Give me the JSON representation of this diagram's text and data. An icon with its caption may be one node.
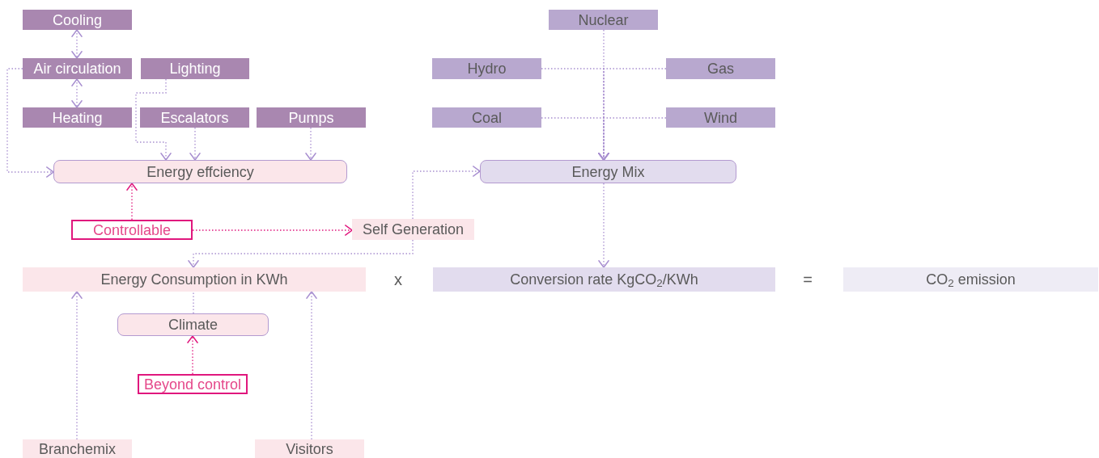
{
  "diagram": {
    "nodes": [
      {
        "text": [
          "Cooling"
        ]
      },
      {
        "text": [
          "Air circulation"
        ]
      },
      {
        "text": [
          "Lighting"
        ]
      },
      {
        "text": [
          "Heating"
        ]
      },
      {
        "text": [
          "Escalators"
        ]
      },
      {
        "text": [
          "Pumps"
        ]
      },
      {
        "text": [
          "Energy effciency"
        ]
      },
      {
        "text": [
          "Nuclear"
        ]
      },
      {
        "text": [
          "Hydro"
        ]
      },
      {
        "text": [
          "Gas"
        ]
      },
      {
        "text": [
          "Coal"
        ]
      },
      {
        "text": [
          "Wind"
        ]
      },
      {
        "text": [
          "Energy Mix"
        ]
      },
      {
        "text": [
          "Controllable"
        ]
      },
      {
        "text": [
          "Self Generation"
        ]
      },
      {
        "text": [
          "Energy Consumption in KWh"
        ]
      },
      {
        "text": [
          "Conversion rate KgCO$_{2}$/KWh"
        ]
      },
      {
        "text": [
          "CO$_{2}$ emission"
        ]
      },
      {
        "text": [
          "Climate"
        ]
      },
      {
        "text": [
          "Beyond control"
        ]
      },
      {
        "text": [
          "Branchemix"
        ]
      },
      {
        "text": [
          "Visitors"
        ]
      }
    ],
    "edges": [
      {
        "from": 0,
        "to": 1,
        "arrow": "both"
      },
      {
        "from": 1,
        "to": 3,
        "arrow": "both"
      },
      {
        "from": 1,
        "to": 6,
        "arrow": "to"
      },
      {
        "from": 2,
        "to": 6,
        "arrow": "to"
      },
      {
        "from": 4,
        "to": 6,
        "arrow": "to"
      },
      {
        "from": 5,
        "to": 6,
        "arrow": "to"
      },
      {
        "from": 7,
        "to": 12,
        "arrow": "to"
      },
      {
        "from": 8,
        "to": 12,
        "arrow": "to"
      },
      {
        "from": 9,
        "to": 12,
        "arrow": "to"
      },
      {
        "from": 10,
        "to": 12,
        "arrow": "to"
      },
      {
        "from": 11,
        "to": 12,
        "arrow": "to"
      },
      {
        "from": 13,
        "to": 6,
        "arrow": "to",
        "color": "#e0177d"
      },
      {
        "from": 13,
        "to": 14,
        "arrow": "to",
        "color": "#e0177d"
      },
      {
        "from": 14,
        "to": 12,
        "arrow": "to"
      },
      {
        "from": 14,
        "to": 15,
        "arrow": "to"
      },
      {
        "from": 12,
        "to": 16,
        "arrow": "to"
      },
      {
        "from": 18,
        "to": 15,
        "arrow": "none"
      },
      {
        "from": 19,
        "to": 18,
        "arrow": "to",
        "color": "#e0177d"
      },
      {
        "from": 20,
        "to": 15,
        "arrow": "to"
      },
      {
        "from": 21,
        "to": 15,
        "arrow": "to"
      }
    ],
    "labels": [
      "x",
      "="
    ]
  }
}
